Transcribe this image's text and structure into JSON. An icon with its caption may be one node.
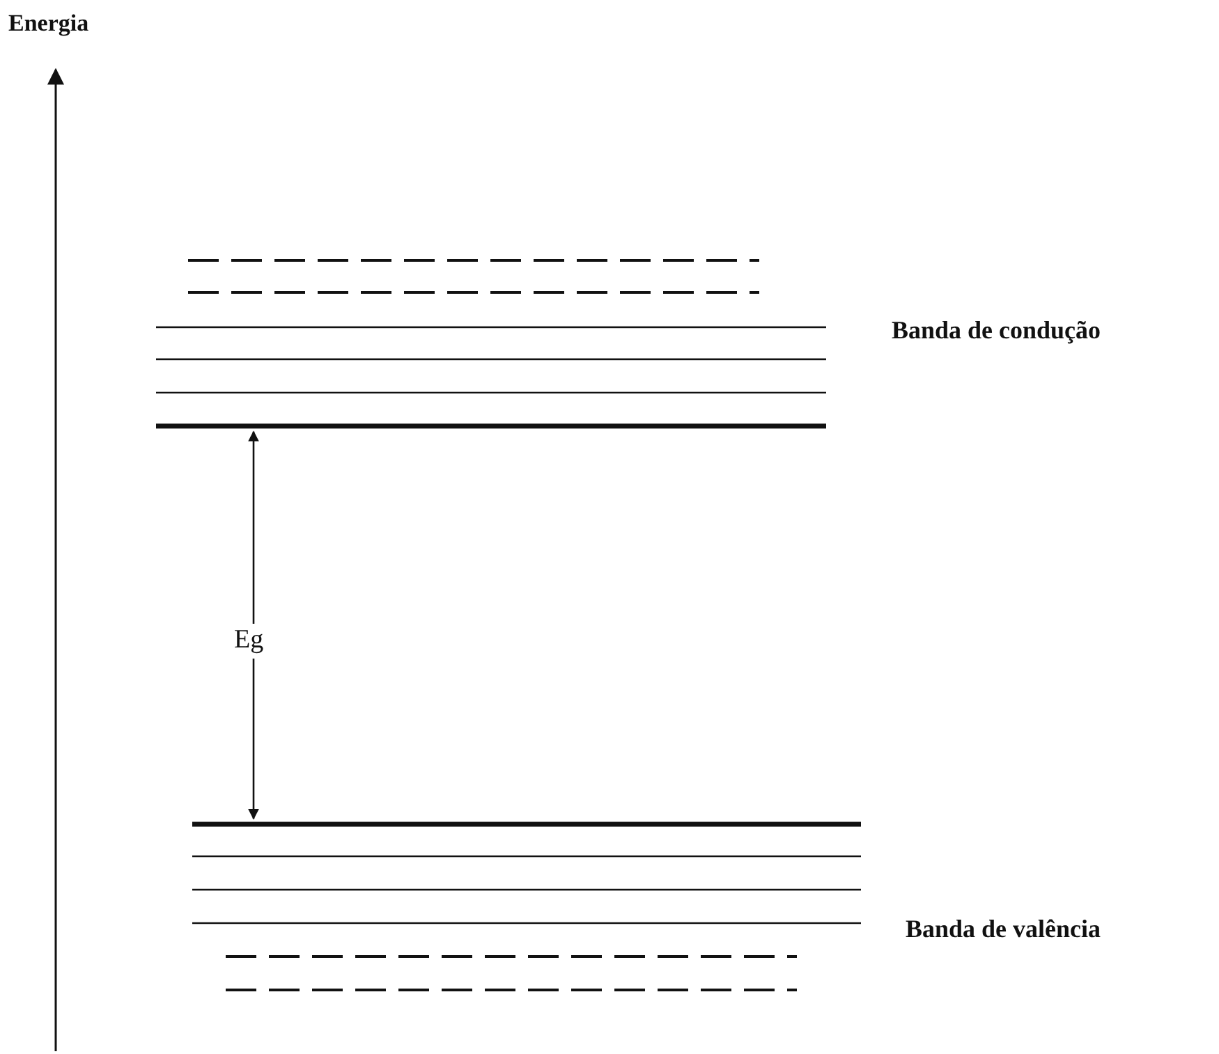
{
  "diagram": {
    "labels": [
      "Energia",
      "Banda de condução",
      "Eg",
      "Banda de valência"
    ]
  }
}
